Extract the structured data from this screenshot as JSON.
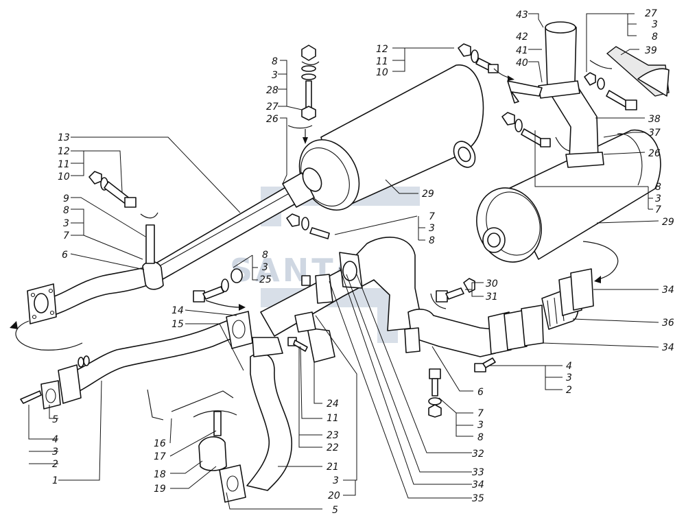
{
  "watermark": {
    "text": "SANTAL",
    "color": "#a8b8cc"
  },
  "callouts": {
    "c43": "43",
    "c42": "42",
    "c41": "41",
    "c40": "40",
    "c27a": "27",
    "c3a": "3",
    "c8a": "8",
    "c39": "39",
    "c12a": "12",
    "c11a": "11",
    "c10a": "10",
    "c8b": "8",
    "c3b": "3",
    "c28": "28",
    "c27b": "27",
    "c26a": "26",
    "c13": "13",
    "c12b": "12",
    "c11b": "11",
    "c10b": "10",
    "c9": "9",
    "c8c": "8",
    "c3c": "3",
    "c7a": "7",
    "c6a": "6",
    "c29a": "29",
    "c7b": "7",
    "c3d": "3",
    "c8d": "8",
    "c38": "38",
    "c37": "37",
    "c26b": "26",
    "c8e": "8",
    "c3e": "3",
    "c7c": "7",
    "c29b": "29",
    "c8f": "8",
    "c3f": "3",
    "c25": "25",
    "c30": "30",
    "c31": "31",
    "c34a": "34",
    "c36": "36",
    "c34b": "34",
    "c14": "14",
    "c15": "15",
    "c4a": "4",
    "c3g": "3",
    "c2a": "2",
    "c6b": "6",
    "c7d": "7",
    "c3h": "3",
    "c8g": "8",
    "c24": "24",
    "c11c": "11",
    "c23": "23",
    "c22": "22",
    "c21": "21",
    "c32": "32",
    "c33": "33",
    "c34c": "34",
    "c35": "35",
    "c3i": "3",
    "c20": "20",
    "c5a": "5",
    "c16": "16",
    "c17": "17",
    "c18": "18",
    "c19": "19",
    "c5b": "5",
    "c4b": "4",
    "c3j": "3",
    "c2b": "2",
    "c1": "1"
  }
}
